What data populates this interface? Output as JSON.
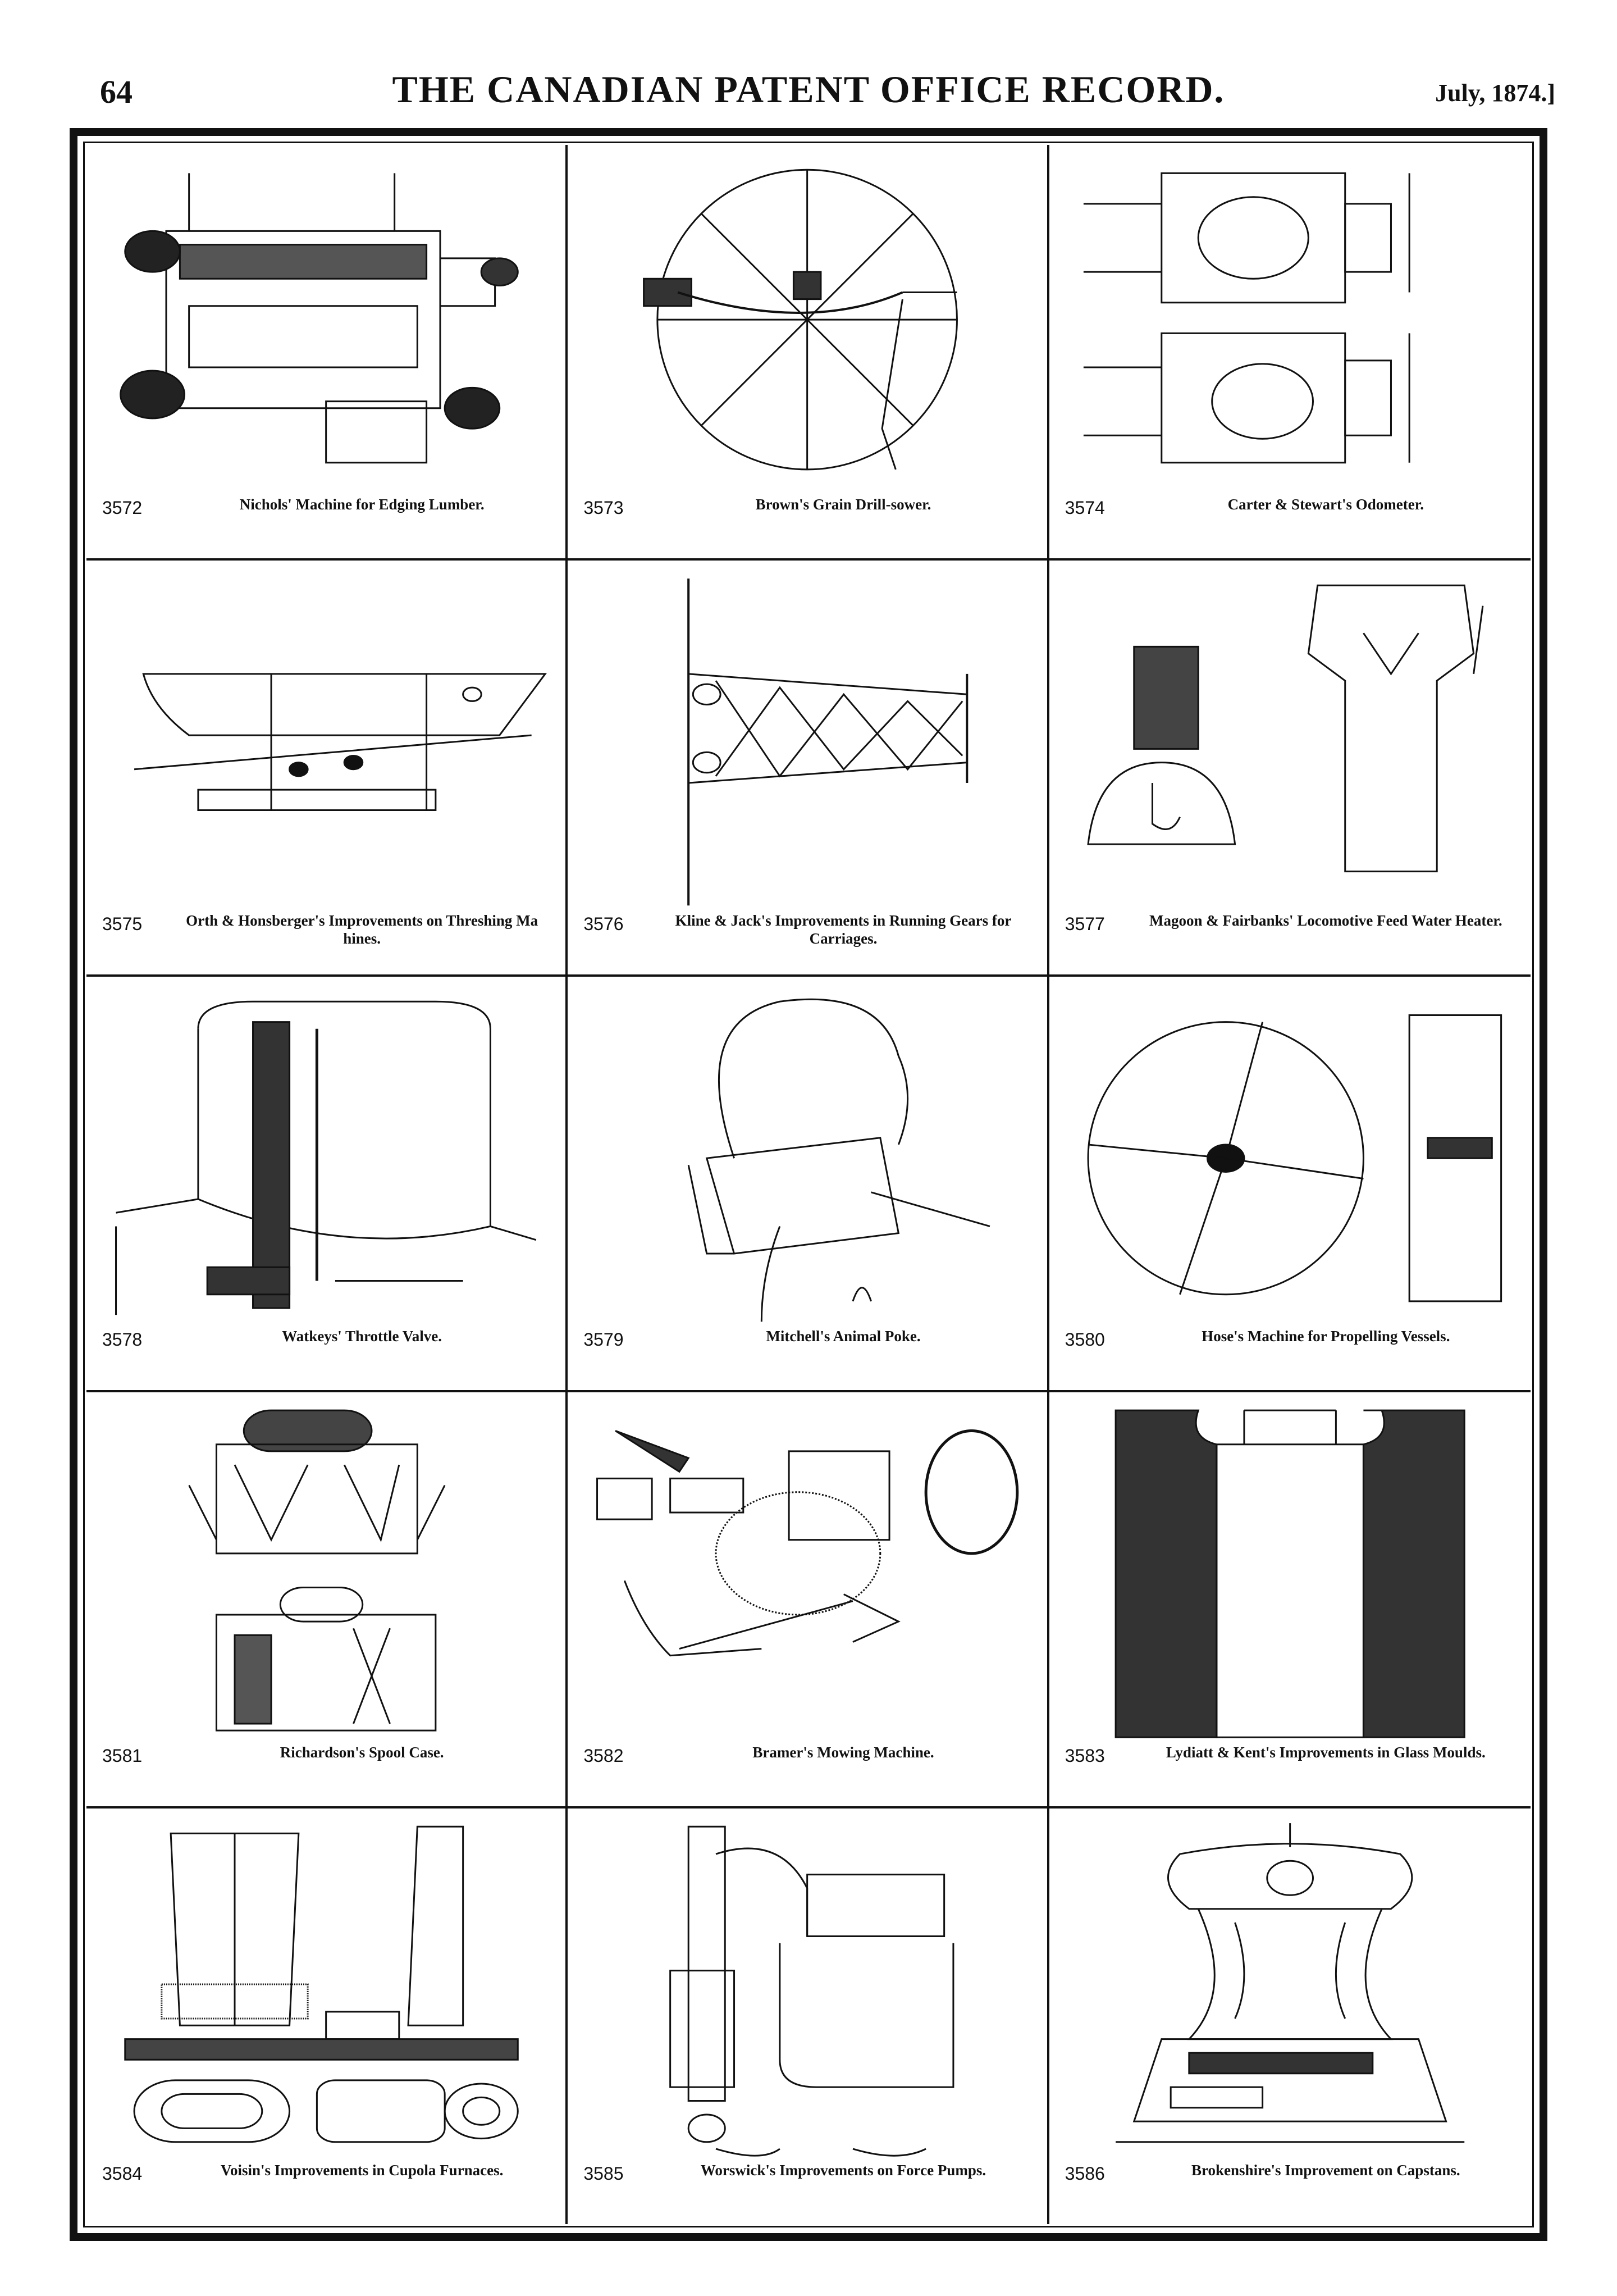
{
  "header": {
    "page_number": "64",
    "title": "THE CANADIAN PATENT OFFICE RECORD.",
    "date": "July, 1874.]"
  },
  "figures": [
    {
      "number": "3572",
      "caption": "Nichols' Machine for Edging Lumber."
    },
    {
      "number": "3573",
      "caption": "Brown's Grain Drill-sower."
    },
    {
      "number": "3574",
      "caption": "Carter & Stewart's Odometer."
    },
    {
      "number": "3575",
      "caption": "Orth & Honsberger's Improvements on Threshing Ma hines."
    },
    {
      "number": "3576",
      "caption": "Kline & Jack's Improvements in Running Gears for Carriages."
    },
    {
      "number": "3577",
      "caption": "Magoon & Fairbanks' Locomotive Feed Water Heater."
    },
    {
      "number": "3578",
      "caption": "Watkeys' Throttle Valve."
    },
    {
      "number": "3579",
      "caption": "Mitchell's Animal Poke."
    },
    {
      "number": "3580",
      "caption": "Hose's Machine for Propelling Vessels."
    },
    {
      "number": "3581",
      "caption": "Richardson's Spool Case."
    },
    {
      "number": "3582",
      "caption": "Bramer's Mowing Machine."
    },
    {
      "number": "3583",
      "caption": "Lydiatt & Kent's Improvements in Glass Moulds."
    },
    {
      "number": "3584",
      "caption": "Voisin's Improvements in Cupola Furnaces."
    },
    {
      "number": "3585",
      "caption": "Worswick's Improvements on Force Pumps."
    },
    {
      "number": "3586",
      "caption": "Brokenshire's Improvement on Capstans."
    }
  ]
}
